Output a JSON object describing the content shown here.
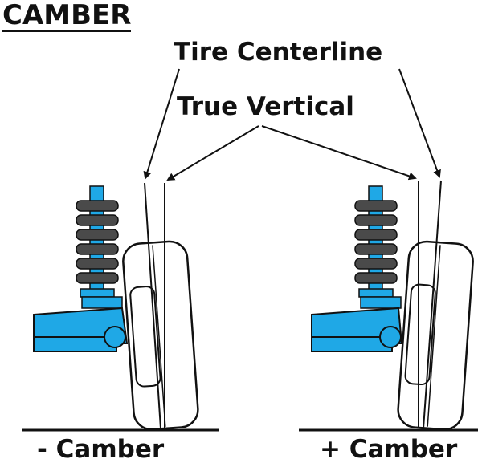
{
  "title": "CAMBER",
  "labels": {
    "tire_centerline": "Tire Centerline",
    "true_vertical": "True Vertical",
    "negative_camber": "- Camber",
    "positive_camber": "+ Camber"
  },
  "colors": {
    "suspension": "#1fa8e6",
    "spring": "#4a4a4a",
    "outline": "#111111",
    "background": "#ffffff"
  }
}
